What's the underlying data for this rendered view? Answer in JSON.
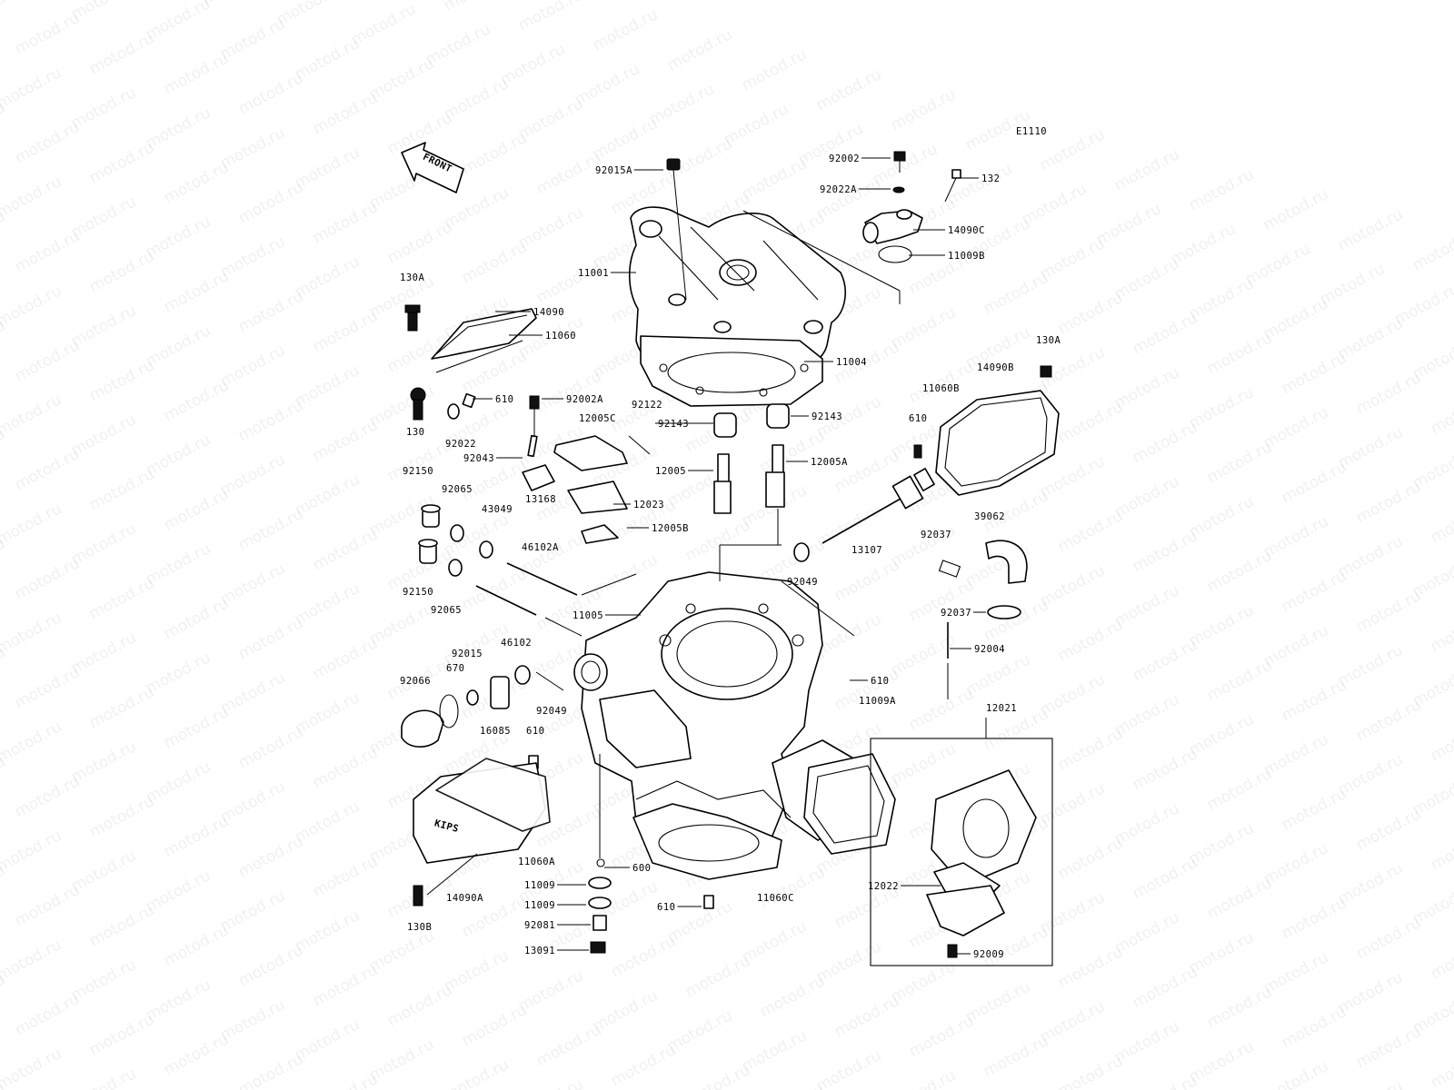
{
  "diagram_code": "E1110",
  "front_arrow_label": "FRONT",
  "watermark_text": "motod.ru",
  "case_logo_text": "KIPS",
  "callouts": [
    {
      "id": "92015A",
      "label": "92015A"
    },
    {
      "id": "92002",
      "label": "92002"
    },
    {
      "id": "132",
      "label": "132"
    },
    {
      "id": "92022A",
      "label": "92022A"
    },
    {
      "id": "14090C",
      "label": "14090C"
    },
    {
      "id": "11009B",
      "label": "11009B"
    },
    {
      "id": "11001",
      "label": "11001"
    },
    {
      "id": "130A-left",
      "label": "130A"
    },
    {
      "id": "14090",
      "label": "14090"
    },
    {
      "id": "11060",
      "label": "11060"
    },
    {
      "id": "11004",
      "label": "11004"
    },
    {
      "id": "130A-right",
      "label": "130A"
    },
    {
      "id": "14090B",
      "label": "14090B"
    },
    {
      "id": "11060B",
      "label": "11060B"
    },
    {
      "id": "610-top",
      "label": "610"
    },
    {
      "id": "92002A",
      "label": "92002A"
    },
    {
      "id": "92122",
      "label": "92122"
    },
    {
      "id": "130",
      "label": "130"
    },
    {
      "id": "92022",
      "label": "92022"
    },
    {
      "id": "12005C",
      "label": "12005C"
    },
    {
      "id": "92143-left",
      "label": "92143"
    },
    {
      "id": "92143-right",
      "label": "92143"
    },
    {
      "id": "610-right",
      "label": "610"
    },
    {
      "id": "92043",
      "label": "92043"
    },
    {
      "id": "12005",
      "label": "12005"
    },
    {
      "id": "12005A",
      "label": "12005A"
    },
    {
      "id": "92150-top",
      "label": "92150"
    },
    {
      "id": "92065-top",
      "label": "92065"
    },
    {
      "id": "43049",
      "label": "43049"
    },
    {
      "id": "13168",
      "label": "13168"
    },
    {
      "id": "12023",
      "label": "12023"
    },
    {
      "id": "39062",
      "label": "39062"
    },
    {
      "id": "92037-top",
      "label": "92037"
    },
    {
      "id": "12005B",
      "label": "12005B"
    },
    {
      "id": "46102A",
      "label": "46102A"
    },
    {
      "id": "13107",
      "label": "13107"
    },
    {
      "id": "92049-right",
      "label": "92049"
    },
    {
      "id": "92150-bottom",
      "label": "92150"
    },
    {
      "id": "92065-bottom",
      "label": "92065"
    },
    {
      "id": "11005",
      "label": "11005"
    },
    {
      "id": "92037-bottom",
      "label": "92037"
    },
    {
      "id": "46102",
      "label": "46102"
    },
    {
      "id": "92004",
      "label": "92004"
    },
    {
      "id": "92015",
      "label": "92015"
    },
    {
      "id": "670",
      "label": "670"
    },
    {
      "id": "92066",
      "label": "92066"
    },
    {
      "id": "610-mid",
      "label": "610"
    },
    {
      "id": "92049-left",
      "label": "92049"
    },
    {
      "id": "16085",
      "label": "16085"
    },
    {
      "id": "11009A",
      "label": "11009A"
    },
    {
      "id": "610-left",
      "label": "610"
    },
    {
      "id": "12021",
      "label": "12021"
    },
    {
      "id": "11060A",
      "label": "11060A"
    },
    {
      "id": "600",
      "label": "600"
    },
    {
      "id": "14090A",
      "label": "14090A"
    },
    {
      "id": "11009-1",
      "label": "11009"
    },
    {
      "id": "11009-2",
      "label": "11009"
    },
    {
      "id": "610-bottom",
      "label": "610"
    },
    {
      "id": "11060C",
      "label": "11060C"
    },
    {
      "id": "12022",
      "label": "12022"
    },
    {
      "id": "130B",
      "label": "130B"
    },
    {
      "id": "92081",
      "label": "92081"
    },
    {
      "id": "13091",
      "label": "13091"
    },
    {
      "id": "92009",
      "label": "92009"
    }
  ]
}
